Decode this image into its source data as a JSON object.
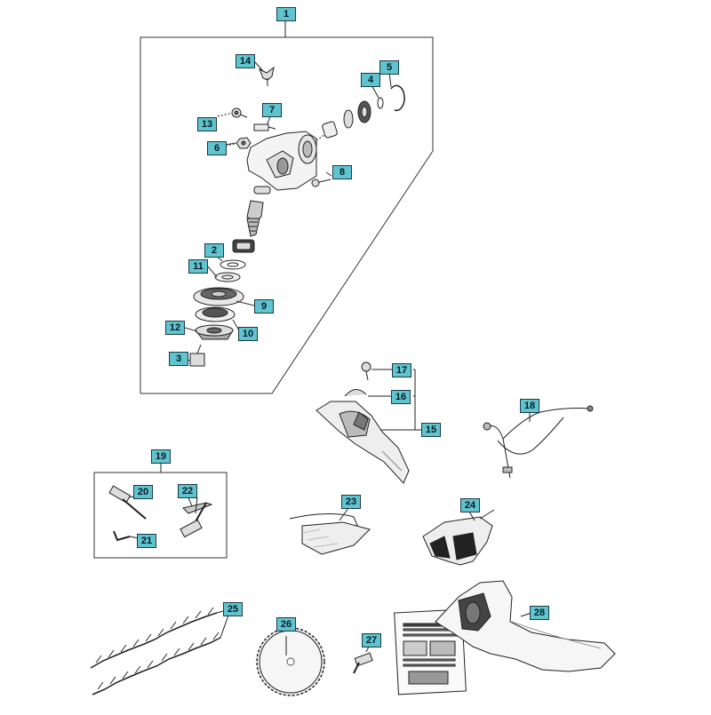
{
  "accent_color": "#5fc4cf",
  "callouts": {
    "c1": "1",
    "c2": "2",
    "c3": "3",
    "c4": "4",
    "c5": "5",
    "c6": "6",
    "c7": "7",
    "c8": "8",
    "c9": "9",
    "c10": "10",
    "c11": "11",
    "c12": "12",
    "c13": "13",
    "c14": "14",
    "c15": "15",
    "c16": "16",
    "c17": "17",
    "c18": "18",
    "c19": "19",
    "c20": "20",
    "c21": "21",
    "c22": "22",
    "c23": "23",
    "c24": "24",
    "c25": "25",
    "c26": "26",
    "c27": "27",
    "c28": "28"
  }
}
